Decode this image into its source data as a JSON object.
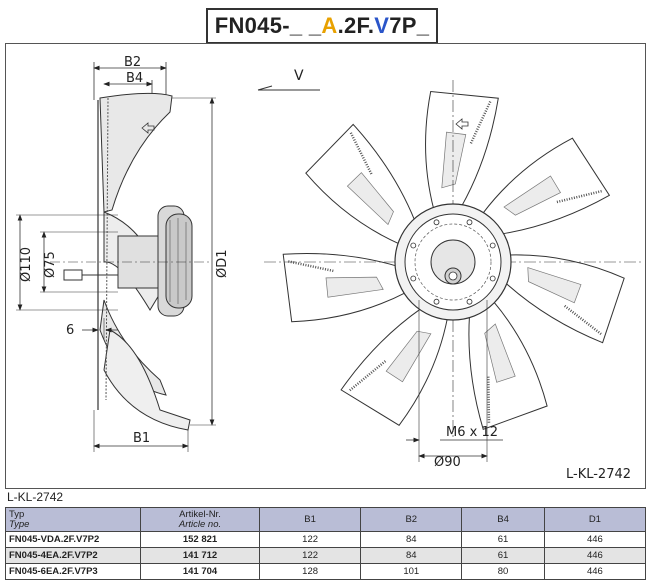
{
  "header": {
    "title_prefix": "FN045-_ _",
    "title_a": "A",
    "title_mid": ".2F.",
    "title_v": "V",
    "title_suffix": "7P_",
    "accent_a_color": "#e8a100",
    "accent_v_color": "#2a55c9"
  },
  "drawing": {
    "dims": {
      "b2": "B2",
      "b4": "B4",
      "v": "V",
      "d110": "Ø110",
      "d75": "Ø75",
      "d1": "ØD1",
      "six": "6",
      "b1": "B1",
      "m6": "M6 x 12",
      "d90": "Ø90"
    },
    "ref_code": "L-KL-2742"
  },
  "table": {
    "caption": "L-KL-2742",
    "header": {
      "typ": "Typ",
      "type": "Type",
      "artikel": "Artikel-Nr.",
      "article": "Article no.",
      "b1": "B1",
      "b2": "B2",
      "b4": "B4",
      "d1": "D1"
    },
    "rows": [
      {
        "type": "FN045-VDA.2F.V7P2",
        "article": "152 821",
        "b1": "122",
        "b2": "84",
        "b4": "61",
        "d1": "446"
      },
      {
        "type": "FN045-4EA.2F.V7P2",
        "article": "141 712",
        "b1": "122",
        "b2": "84",
        "b4": "61",
        "d1": "446"
      },
      {
        "type": "FN045-6EA.2F.V7P3",
        "article": "141 704",
        "b1": "128",
        "b2": "101",
        "b4": "80",
        "d1": "446"
      }
    ]
  }
}
